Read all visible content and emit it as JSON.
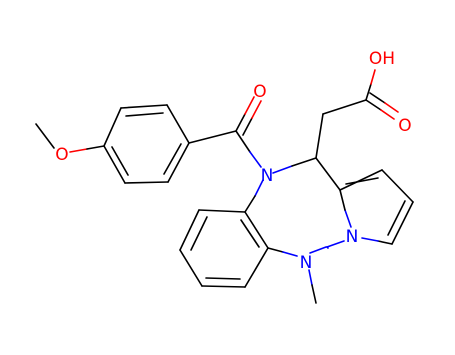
{
  "diagram": {
    "type": "chemical-structure",
    "colors": {
      "bond": "#000000",
      "oxygen": "#ff0000",
      "nitrogen": "#0000ff",
      "background": "#ffffff"
    },
    "atoms": {
      "o_methoxy": "O",
      "o_carbonyl": "O",
      "oh": "OH",
      "o_acid": "O",
      "n_amide": "N",
      "n_pyrrole": "N",
      "n_methyl": "N"
    }
  }
}
